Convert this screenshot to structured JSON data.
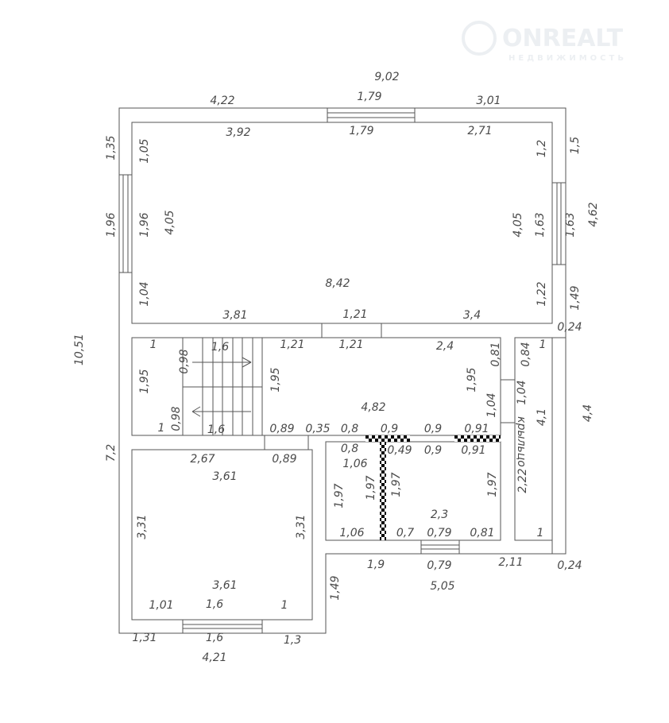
{
  "title": "Floor plan",
  "watermark": {
    "brand": "ONREALT",
    "tagline": "недвижимость"
  },
  "labels": [
    "9,02",
    "4,22",
    "1,79",
    "3,01",
    "3,92",
    "1,79",
    "2,71",
    "8,42",
    "3,81",
    "1,21",
    "3,4",
    "1,35",
    "1,96",
    "10,51",
    "7,2",
    "1,05",
    "1,96",
    "4,05",
    "1,04",
    "1,2",
    "4,05",
    "1,63",
    "1,22",
    "1,5",
    "1,63",
    "4,62",
    "1,49",
    "0,24",
    "1",
    "1,6",
    "0,98",
    "1,95",
    "0,98",
    "1",
    "1,6",
    "1,95",
    "1,21",
    "1,21",
    "2,4",
    "0,81",
    "1,95",
    "4,82",
    "1,04",
    "1,04",
    "0,89",
    "0,35",
    "0,8",
    "0,9",
    "0,9",
    "0,91",
    "1",
    "0,84",
    "крыльцо",
    "4,1",
    "4,4",
    "0,8",
    "0,49",
    "0,9",
    "0,91",
    "1,06",
    "1,97",
    "1,97",
    "1,97",
    "1,97",
    "2,22",
    "2,3",
    "1,06",
    "0,7",
    "0,79",
    "0,81",
    "1",
    "1,9",
    "0,79",
    "2,11",
    "0,24",
    "5,05",
    "1,49",
    "2,67",
    "0,89",
    "3,61",
    "3,31",
    "3,31",
    "3,61",
    "1,01",
    "1,6",
    "1",
    "1,31",
    "1,6",
    "1,3",
    "4,21"
  ]
}
